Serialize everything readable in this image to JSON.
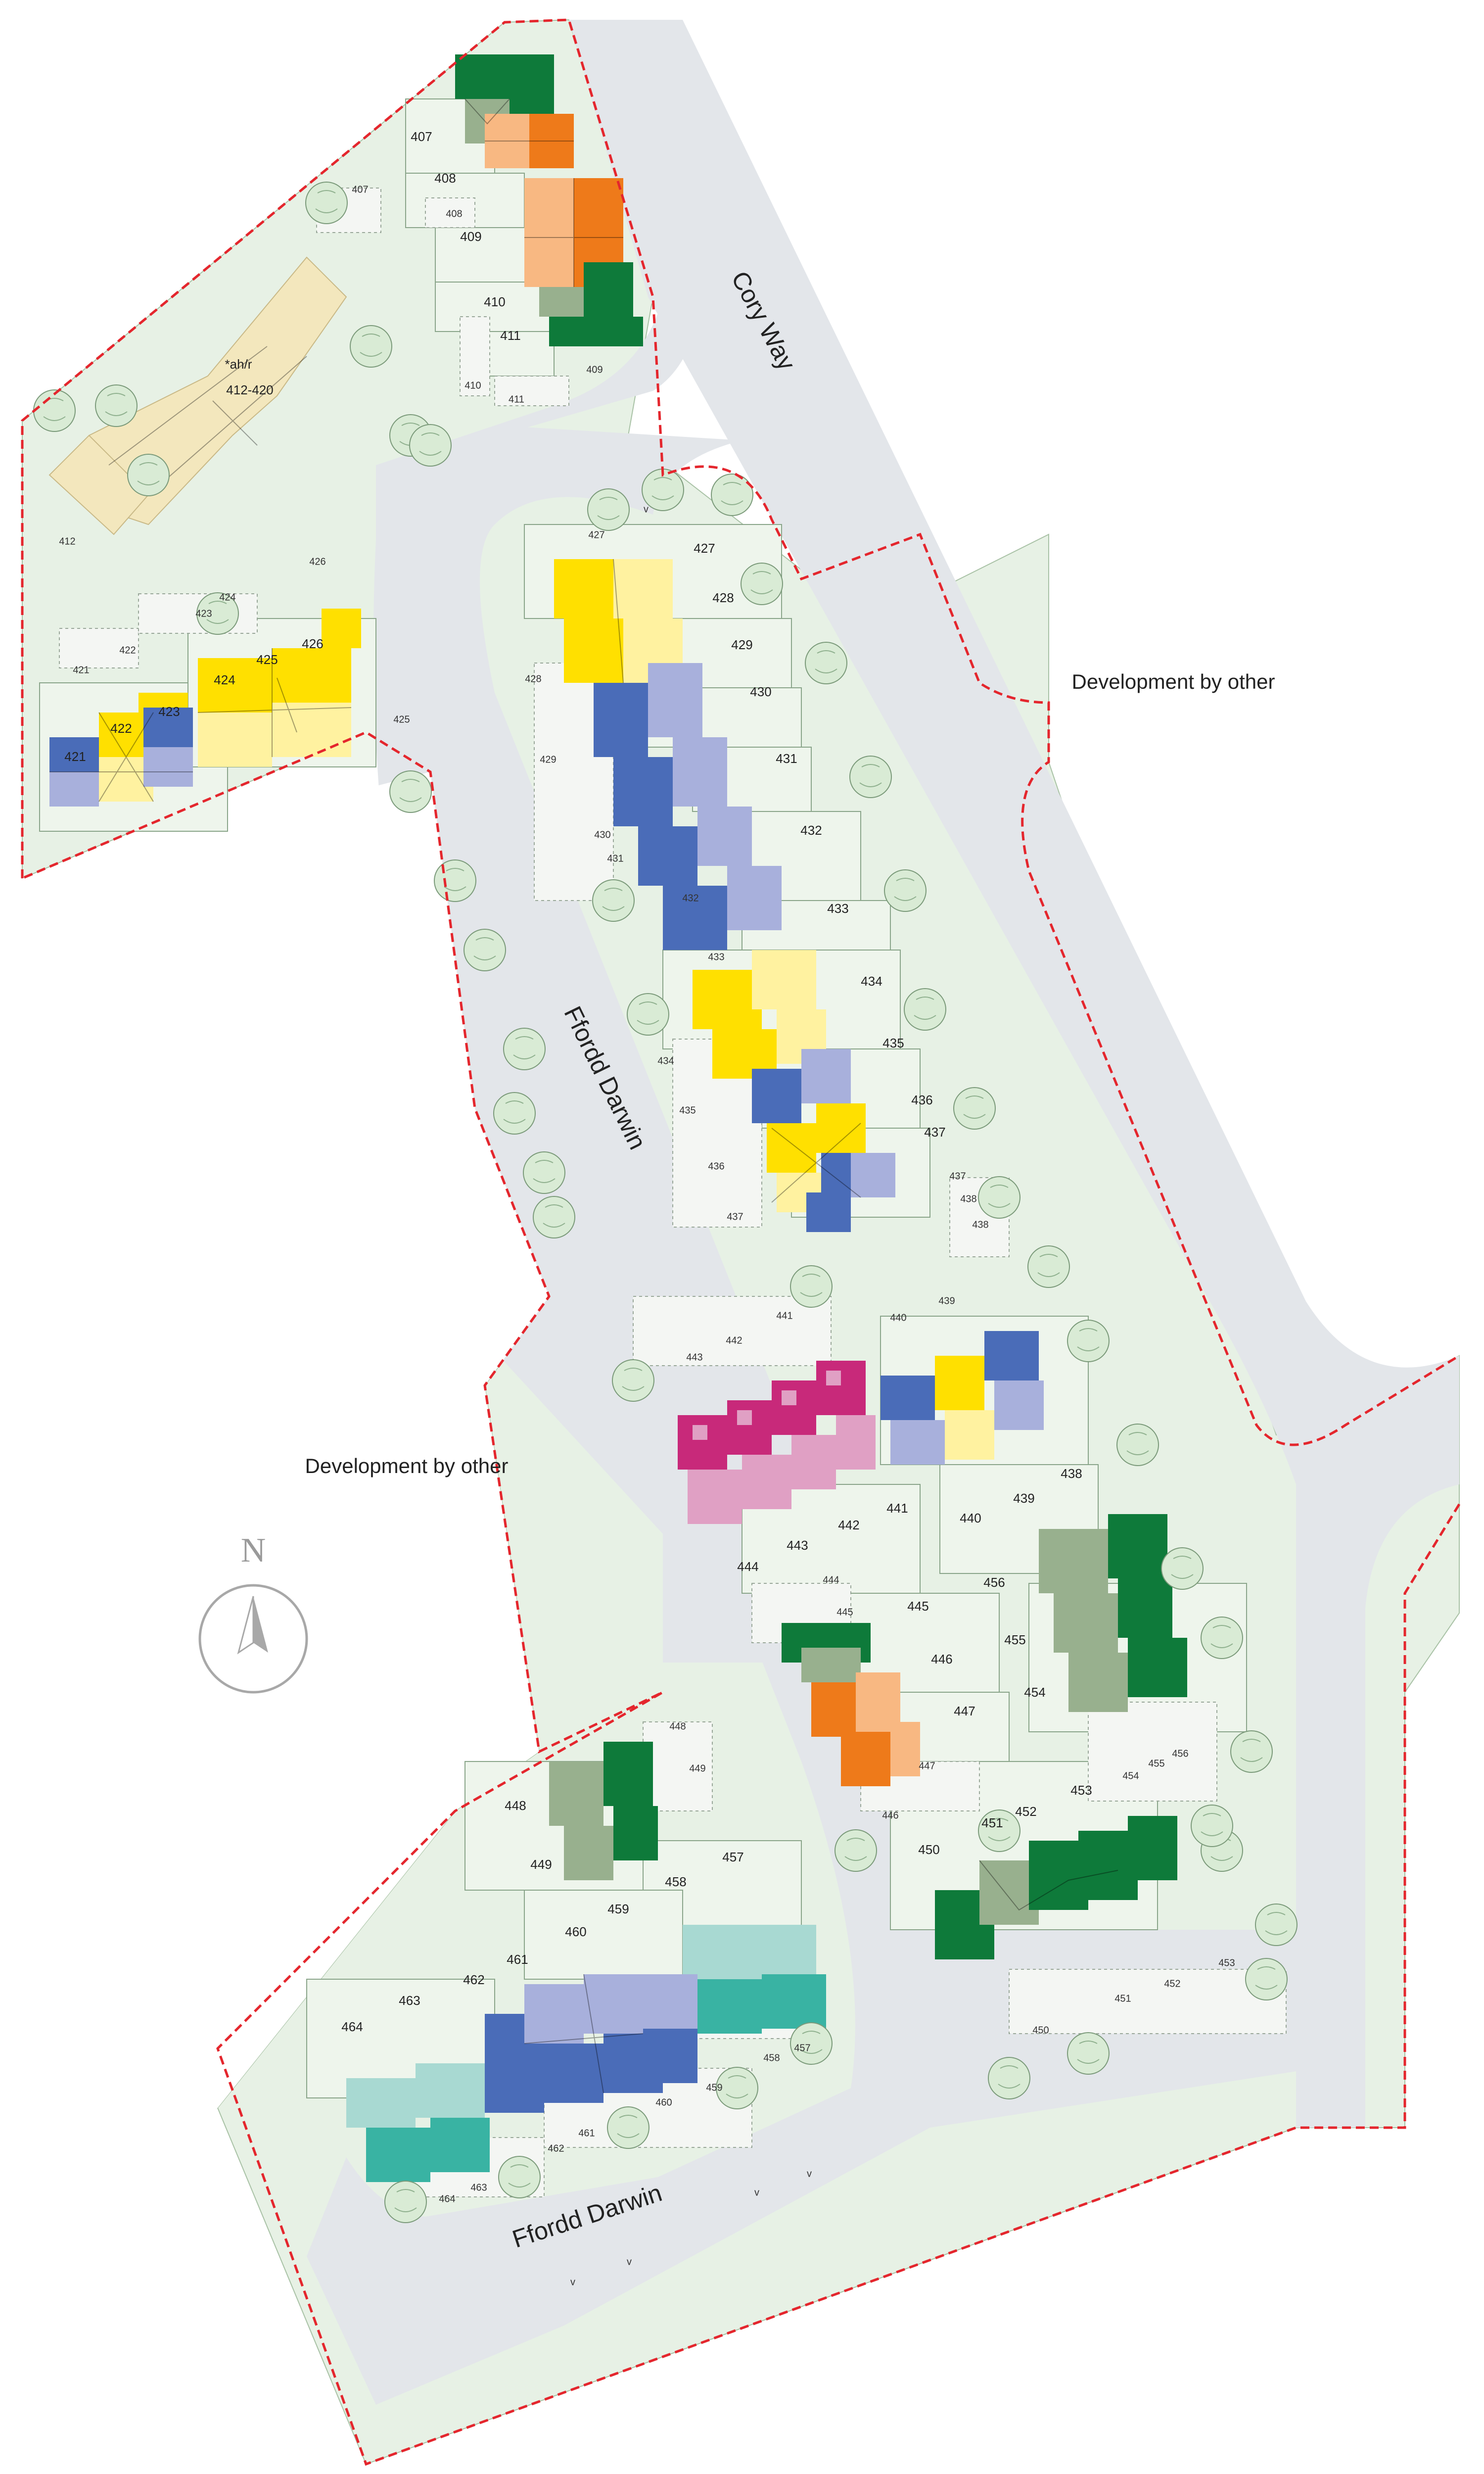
{
  "roads": {
    "cory_way": "Cory Way",
    "ffordd_darwin_north": "Ffordd Darwin",
    "ffordd_darwin_south": "Ffordd Darwin"
  },
  "areas": {
    "development_east": "Development by other",
    "development_west": "Development by other"
  },
  "compass": {
    "letter": "N"
  },
  "colors": {
    "dark_green": "#0e7a3a",
    "sage_green": "#98b08e",
    "orange": "#ee7a1a",
    "peach": "#f8b882",
    "yellow": "#ffe000",
    "pale_yellow": "#fff2a0",
    "blue": "#4a6cb8",
    "lavender": "#a8b0dc",
    "magenta": "#c8297a",
    "pink": "#e0a0c4",
    "teal": "#39b3a3",
    "pale_teal": "#a8d9d2",
    "cream": "#f3e7bd",
    "boundary_red": "#e4262d"
  },
  "plot_labels": {
    "p407": "407",
    "p408": "408",
    "p409": "409",
    "p410": "410",
    "p411": "411",
    "block_412_420": "412-420",
    "block_note": "*ah/r",
    "p412": "412",
    "p421": "421",
    "p422": "422",
    "p423": "423",
    "p424": "424",
    "p425": "425",
    "p426": "426",
    "p427": "427",
    "p428": "428",
    "p429": "429",
    "p430": "430",
    "p431": "431",
    "p432": "432",
    "p433": "433",
    "p434": "434",
    "p435": "435",
    "p436": "436",
    "p437": "437",
    "p438": "438",
    "p439": "439",
    "p440": "440",
    "p441": "441",
    "p442": "442",
    "p443": "443",
    "p444": "444",
    "p445": "445",
    "p446": "446",
    "p447": "447",
    "p448": "448",
    "p449": "449",
    "p450": "450",
    "p451": "451",
    "p452": "452",
    "p453": "453",
    "p454": "454",
    "p455": "455",
    "p456": "456",
    "p457": "457",
    "p458": "458",
    "p459": "459",
    "p460": "460",
    "p461": "461",
    "p462": "462",
    "p463": "463",
    "p464": "464"
  },
  "parking_labels": {
    "park_407": "407",
    "park_408": "408",
    "park_409": "409",
    "park_410": "410",
    "park_411": "411",
    "park_421": "421",
    "park_422": "422",
    "park_423": "423",
    "park_424": "424",
    "park_425": "425",
    "park_426": "426",
    "park_427": "427",
    "park_428": "428",
    "park_429": "429",
    "park_430": "430",
    "park_431": "431",
    "park_432": "432",
    "park_433": "433",
    "park_434": "434",
    "park_435": "435",
    "park_436": "436",
    "park_437": "437",
    "park_437b": "437",
    "park_438": "438",
    "park_438b": "438",
    "park_439": "439",
    "park_440": "440",
    "park_441": "441",
    "park_442": "442",
    "park_443": "443",
    "park_444": "444",
    "park_445": "445",
    "park_446": "446",
    "park_447": "447",
    "park_448": "448",
    "park_449": "449",
    "park_450": "450",
    "park_451": "451",
    "park_452": "452",
    "park_453": "453",
    "park_454": "454",
    "park_455": "455",
    "park_456": "456",
    "park_457": "457",
    "park_458": "458",
    "park_459": "459",
    "park_460": "460",
    "park_461": "461",
    "park_462": "462",
    "park_463": "463",
    "park_464": "464",
    "visitor": "v"
  }
}
